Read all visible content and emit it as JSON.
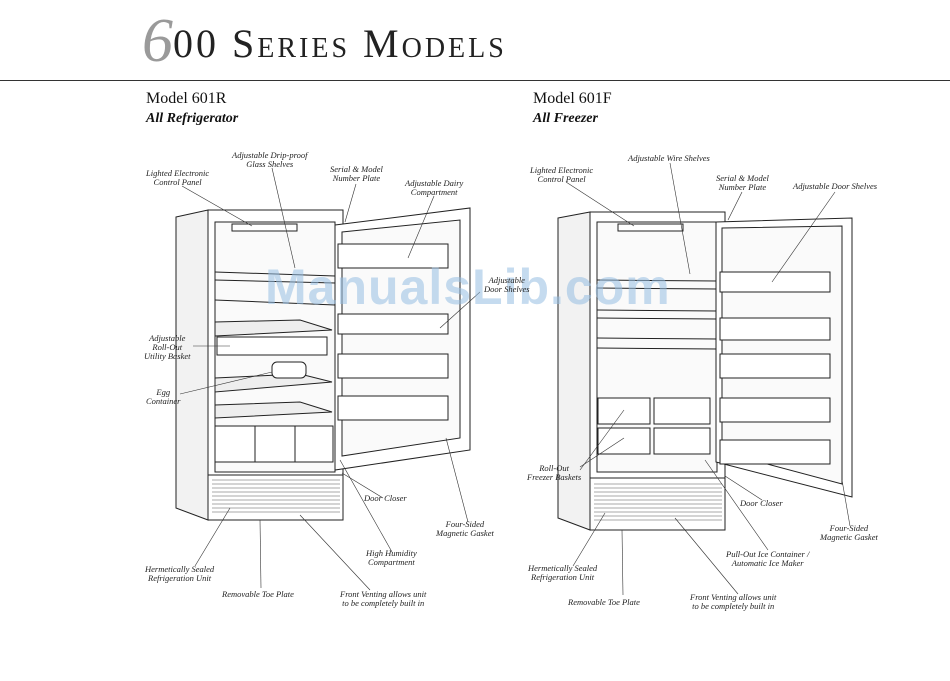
{
  "header": {
    "title_lead": "6",
    "title_rest": "00 Series Models"
  },
  "left": {
    "model": "Model 601R",
    "subtitle": "All Refrigerator",
    "labels": {
      "control_panel": [
        "Lighted Electronic",
        "Control Panel"
      ],
      "glass_shelves": [
        "Adjustable Drip-proof",
        "Glass Shelves"
      ],
      "number_plate": [
        "Serial & Model",
        "Number Plate"
      ],
      "dairy": [
        "Adjustable Dairy",
        "Compartment"
      ],
      "door_shelves": [
        "Adjustable",
        "Door Shelves"
      ],
      "utility_basket": [
        "Adjustable",
        "Roll-Out",
        "Utility Basket"
      ],
      "egg": [
        "Egg",
        "Container"
      ],
      "door_closer": [
        "Door Closer"
      ],
      "gasket": [
        "Four-Sided",
        "Magnetic Gasket"
      ],
      "humidity": [
        "High Humidity",
        "Compartment"
      ],
      "refrig_unit": [
        "Hermetically Sealed",
        "Refrigeration Unit"
      ],
      "toe_plate": [
        "Removable Toe Plate"
      ],
      "venting": [
        "Front Venting allows unit",
        "to be completely built in"
      ]
    }
  },
  "right": {
    "model": "Model 601F",
    "subtitle": "All Freezer",
    "labels": {
      "control_panel": [
        "Lighted Electronic",
        "Control Panel"
      ],
      "wire_shelves": [
        "Adjustable Wire Shelves"
      ],
      "number_plate": [
        "Serial & Model",
        "Number Plate"
      ],
      "door_shelves": [
        "Adjustable Door Shelves"
      ],
      "baskets": [
        "Roll-Out",
        "Freezer Baskets"
      ],
      "door_closer": [
        "Door Closer"
      ],
      "gasket": [
        "Four-Sided",
        "Magnetic Gasket"
      ],
      "ice": [
        "Pull-Out Ice Container /",
        "Automatic Ice Maker"
      ],
      "refrig_unit": [
        "Hermetically Sealed",
        "Refrigeration Unit"
      ],
      "toe_plate": [
        "Removable Toe Plate"
      ],
      "venting": [
        "Front Venting allows unit",
        "to be completely built in"
      ]
    }
  },
  "watermark": "ManualsLib.com"
}
